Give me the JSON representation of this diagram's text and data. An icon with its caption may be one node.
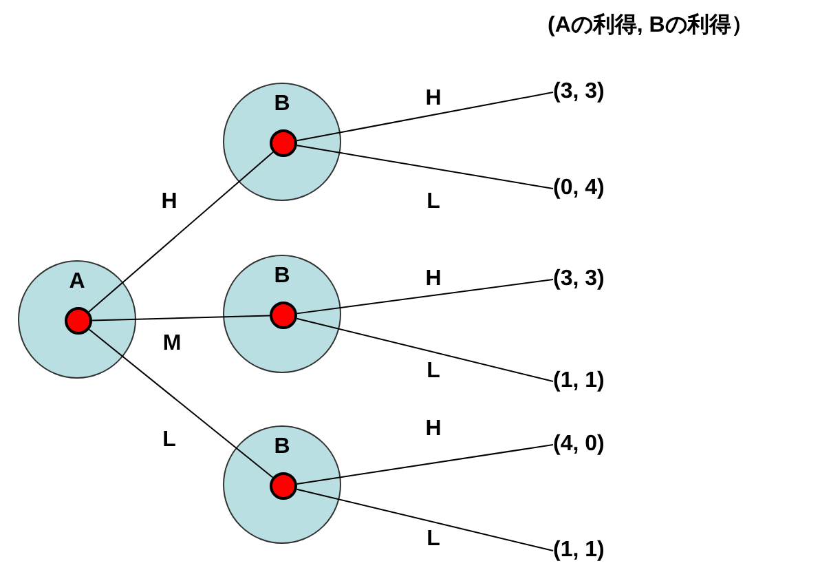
{
  "diagram": {
    "title": "(Aの利得, Bの利得）",
    "nodes": [
      {
        "text": [
          "A"
        ]
      },
      {
        "text": [],
        "shape": "circle",
        "in": 0
      },
      {
        "text": [
          "B"
        ]
      },
      {
        "text": [],
        "shape": "circle",
        "in": 2
      },
      {
        "text": [
          "B"
        ]
      },
      {
        "text": [],
        "shape": "circle",
        "in": 4
      },
      {
        "text": [
          "B"
        ]
      },
      {
        "text": [],
        "shape": "circle",
        "in": 6
      },
      {
        "text": [
          "(3, 3)"
        ]
      },
      {
        "text": [
          "(0, 4)"
        ]
      },
      {
        "text": [
          "(3, 3)"
        ]
      },
      {
        "text": [
          "(1, 1)"
        ]
      },
      {
        "text": [
          "(4, 0)"
        ]
      },
      {
        "text": [
          "(1, 1)"
        ]
      }
    ],
    "edges": [
      {
        "from": 1,
        "to": 3,
        "arrow": "none",
        "label": "H"
      },
      {
        "from": 1,
        "to": 5,
        "arrow": "none",
        "label": "M"
      },
      {
        "from": 1,
        "to": 7,
        "arrow": "none",
        "label": "L"
      },
      {
        "from": 3,
        "to": 8,
        "arrow": "none",
        "label": "H"
      },
      {
        "from": 3,
        "to": 9,
        "arrow": "none",
        "label": "L"
      },
      {
        "from": 5,
        "to": 10,
        "arrow": "none",
        "label": "H"
      },
      {
        "from": 5,
        "to": 11,
        "arrow": "none",
        "label": "L"
      },
      {
        "from": 7,
        "to": 12,
        "arrow": "none",
        "label": "H"
      },
      {
        "from": 7,
        "to": 13,
        "arrow": "none",
        "label": "L"
      }
    ]
  }
}
